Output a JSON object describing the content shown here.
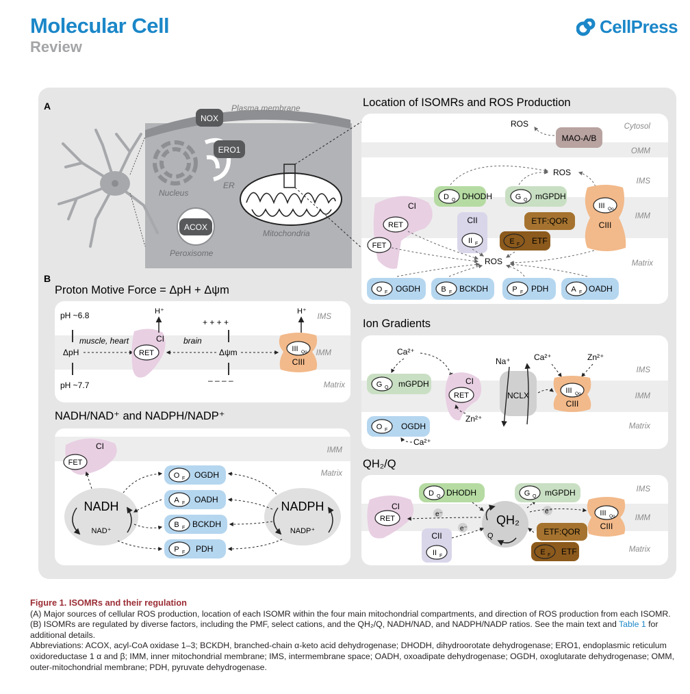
{
  "header": {
    "journal": "Molecular Cell",
    "section": "Review",
    "publisher": "CellPress"
  },
  "colors": {
    "brand_blue": "#1b87c8",
    "caption_title": "#9b2d35",
    "panel_bg": "#e6e6e6",
    "ci_pink": "#e8cfe2",
    "ciii_orange": "#f2b98a",
    "mgpdh_green": "#c9dfc3",
    "dhodh_green": "#b5dba2",
    "blue_enzyme": "#b5d6ef",
    "etf_brown": "#a5732f",
    "cii_lavender": "#d9d6ea",
    "mao_mauve": "#b8a3a1"
  },
  "figure": {
    "panel_a": {
      "letter": "A",
      "labels": {
        "plasma_membrane": "Plasma membrane",
        "nox": "NOX",
        "ero1": "ERO1",
        "er": "ER",
        "nucleus": "Nucleus",
        "acox": "ACOX",
        "peroxisome": "Peroxisome",
        "mitochondria": "Mitochondria"
      },
      "location": {
        "title": "Location of ISOMRs and ROS Production",
        "compartments": [
          "Cytosol",
          "OMM",
          "IMS",
          "IMM",
          "Matrix"
        ],
        "ros": "ROS",
        "mao": "MAO-A/B",
        "ci": "CI",
        "ret": "RET",
        "fet": "FET",
        "cii": "CII",
        "ii_main": "II",
        "ii_sub": "F",
        "ciii": "CIII",
        "iii_main": "III",
        "iii_sub": "Qo",
        "dhodh": "DHODH",
        "d_main": "D",
        "d_sub": "Q",
        "mgpdh": "mGPDH",
        "g_main": "G",
        "g_sub": "Q",
        "etfqor": "ETF:QOR",
        "etf": "ETF",
        "e_main": "E",
        "e_sub": "F",
        "ogdh": "OGDH",
        "o_main": "O",
        "o_sub": "F",
        "bckdh": "BCKDH",
        "b_main": "B",
        "b_sub": "F",
        "pdh": "PDH",
        "p_main": "P",
        "p_sub": "F",
        "oadh": "OADH",
        "a_main": "A",
        "a_sub": "F"
      }
    },
    "panel_b": {
      "letter": "B",
      "pmf": {
        "title": "Proton Motive Force = ΔpH + Δψm",
        "ph_high": "pH ~6.8",
        "ph_low": "pH ~7.7",
        "dph": "ΔpH",
        "dpsi": "Δψm",
        "hplus": "H⁺",
        "muscle": "muscle, heart",
        "brain": "brain",
        "plus_row": "+   +   +   +",
        "minus_row": "–   –   –   –",
        "compartments": [
          "IMS",
          "IMM",
          "Matrix"
        ]
      },
      "nadh": {
        "title": "NADH/NAD⁺ and NADPH/NADP⁺",
        "nadh": "NADH",
        "nad": "NAD⁺",
        "nadph": "NADPH",
        "nadp": "NADP⁺",
        "compartments": [
          "IMM",
          "Matrix"
        ]
      },
      "ions": {
        "title": "Ion Gradients",
        "ca": "Ca²⁺",
        "zn": "Zn²⁺",
        "na": "Na⁺",
        "nclx": "NCLX",
        "compartments": [
          "IMS",
          "IMM",
          "Matrix"
        ]
      },
      "qh2": {
        "title": "QH₂/Q",
        "qh2": "QH₂",
        "q": "Q",
        "e": "e⁻",
        "compartments": [
          "IMS",
          "IMM",
          "Matrix"
        ]
      }
    }
  },
  "caption": {
    "title": "Figure 1. ISOMRs and their regulation",
    "a": "(A) Major sources of cellular ROS production, location of each ISOMR within the four main mitochondrial compartments, and direction of ROS production from each ISOMR.",
    "b_pre": "(B) ISOMRs are regulated by diverse factors, including the PMF, select cations, and the QH₂/Q, NADH/NAD, and NADPH/NADP ratios. See the main text and ",
    "b_link": "Table 1",
    "b_post": " for additional details.",
    "abbr": "Abbreviations: ACOX, acyl-CoA oxidase 1–3; BCKDH, branched-chain α-keto acid dehydrogenase; DHODH, dihydroorotate dehydrogenase; ERO1, endoplasmic reticulum oxidoreductase 1 α and β; IMM, inner mitochondrial membrane; IMS, intermembrane space; OADH, oxoadipate dehydrogenase; OGDH, oxoglutarate dehydrogenase; OMM, outer-mitochondrial membrane; PDH, pyruvate dehydrogenase."
  }
}
